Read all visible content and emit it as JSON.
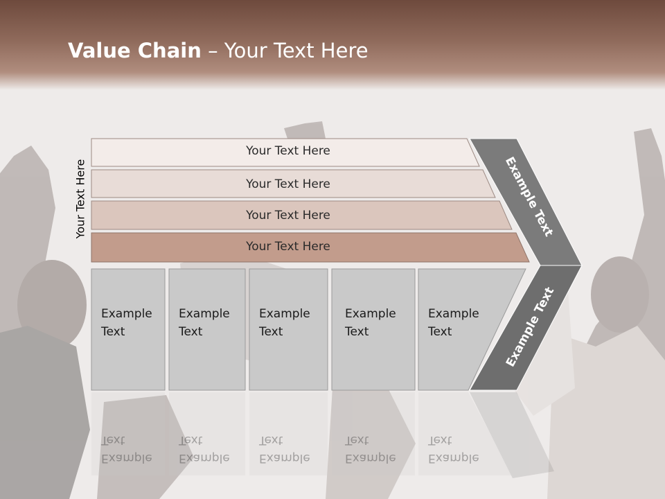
{
  "slide": {
    "title_bold": "Value Chain",
    "title_rest": " – Your Text Here",
    "vertical_label": "Your Text Here"
  },
  "rows": [
    {
      "label": "Your Text Here",
      "color": "#f3ece9"
    },
    {
      "label": "Your Text Here",
      "color": "#e8dcd7"
    },
    {
      "label": "Your Text Here",
      "color": "#dbc6bd"
    },
    {
      "label": "Your Text Here",
      "color": "#c29c8c"
    }
  ],
  "boxes": [
    {
      "line1": "Example",
      "line2": "Text"
    },
    {
      "line1": "Example",
      "line2": "Text"
    },
    {
      "line1": "Example",
      "line2": "Text"
    },
    {
      "line1": "Example",
      "line2": "Text"
    },
    {
      "line1": "Example",
      "line2": "Text"
    }
  ],
  "chevron": {
    "upper_text": "Example Text",
    "lower_text": "Example Text",
    "color": "#7b7b7b"
  },
  "colors": {
    "header": "#7d5446",
    "box_fill": "#c9c9c9",
    "box_border": "#9a9a9a"
  }
}
